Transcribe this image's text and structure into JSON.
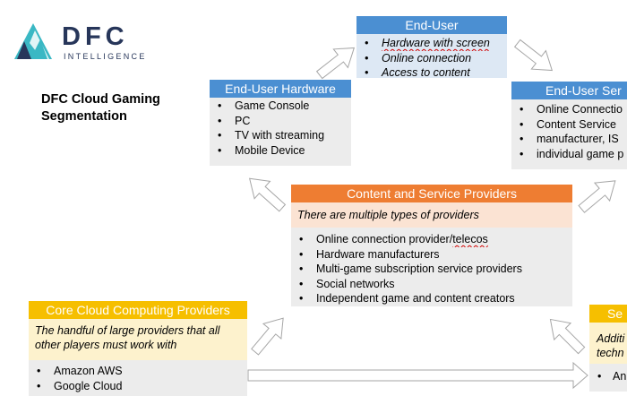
{
  "logo": {
    "brand": "DFC",
    "sub": "INTELLIGENCE"
  },
  "title": {
    "line1": "DFC Cloud Gaming",
    "line2": "Segmentation"
  },
  "end_user": {
    "header": "End-User",
    "items": [
      "Hardware with screen",
      "Online connection",
      "Access to content"
    ]
  },
  "end_user_hardware": {
    "header": "End-User Hardware",
    "items": [
      "Game Console",
      "PC",
      "TV with streaming",
      "Mobile Device"
    ]
  },
  "end_user_services": {
    "header": "End-User Ser",
    "items": [
      "Online Connectio",
      "Content Service",
      "manufacturer, IS",
      "individual game p"
    ]
  },
  "content_providers": {
    "header": "Content and Service Providers",
    "subtitle": "There are multiple types of providers",
    "items": [
      "Online connection provider/telecos",
      "Hardware manufacturers",
      "Multi-game subscription service providers",
      "Social networks",
      "Independent game and content creators"
    ]
  },
  "core_cloud": {
    "header": "Core Cloud Computing Providers",
    "subtitle_line1": "The handful of large providers that all",
    "subtitle_line2": "other players must work with",
    "items": [
      "Amazon AWS",
      "Google Cloud"
    ]
  },
  "right_bottom": {
    "header": "Se",
    "line1": "Additi",
    "line2": "techn",
    "item": "An"
  },
  "colors": {
    "blue_header": "#4b8fd2",
    "orange_header": "#ee7d32",
    "yellow_header": "#f6bf00",
    "logo_teal": "#3ab8c4",
    "logo_navy": "#27365a"
  }
}
